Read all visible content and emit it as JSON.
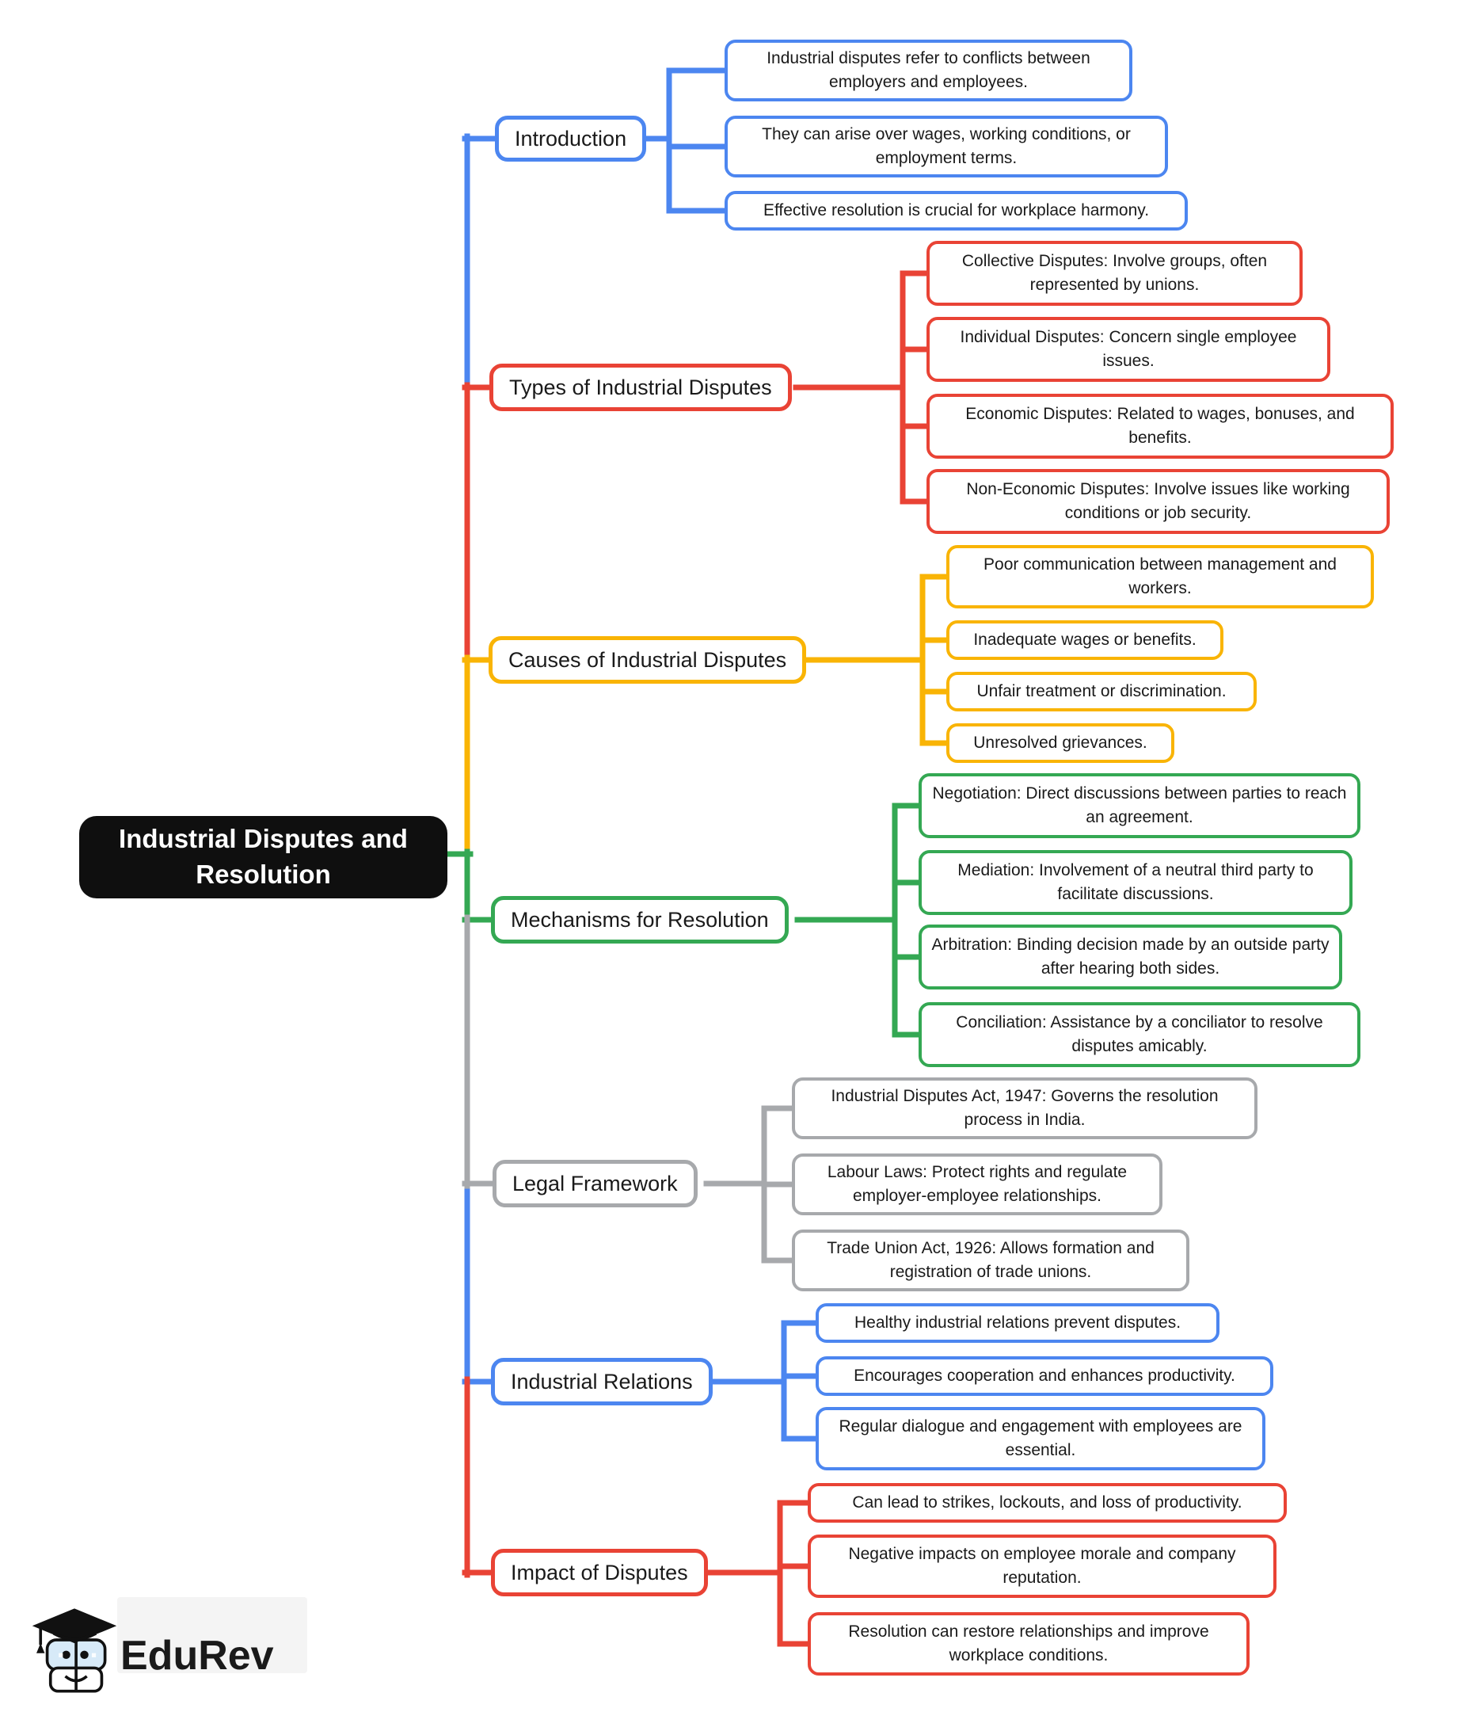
{
  "title": "Industrial Disputes and Resolution",
  "root": {
    "label": "Industrial Disputes and Resolution"
  },
  "palette": {
    "blue": "#4C86F0",
    "red": "#E94335",
    "yellow": "#F9B405",
    "green": "#34A853",
    "gray": "#A7A9AC",
    "root_bg": "#0F0F0F",
    "root_text": "#FFFFFF",
    "node_text": "#1A1A1A"
  },
  "branches": [
    {
      "label": "Introduction",
      "color": "blue",
      "leaves": [
        "Industrial disputes refer to conflicts between employers and employees.",
        "They can arise over wages, working conditions, or employment terms.",
        "Effective resolution is crucial for workplace harmony."
      ]
    },
    {
      "label": "Types of Industrial Disputes",
      "color": "red",
      "leaves": [
        "Collective Disputes: Involve groups, often represented by unions.",
        "Individual Disputes: Concern single employee issues.",
        "Economic Disputes: Related to wages, bonuses, and benefits.",
        "Non-Economic Disputes: Involve issues like working conditions or job security."
      ]
    },
    {
      "label": "Causes of Industrial Disputes",
      "color": "yellow",
      "leaves": [
        "Poor communication between management and workers.",
        "Inadequate wages or benefits.",
        "Unfair treatment or discrimination.",
        "Unresolved grievances."
      ]
    },
    {
      "label": "Mechanisms for Resolution",
      "color": "green",
      "leaves": [
        "Negotiation: Direct discussions between parties to reach an agreement.",
        "Mediation: Involvement of a neutral third party to facilitate discussions.",
        "Arbitration: Binding decision made by an outside party after hearing both sides.",
        "Conciliation: Assistance by a conciliator to resolve disputes amicably."
      ]
    },
    {
      "label": "Legal Framework",
      "color": "gray",
      "leaves": [
        "Industrial Disputes Act, 1947: Governs the resolution process in India.",
        "Labour Laws: Protect rights and regulate employer-employee relationships.",
        "Trade Union Act, 1926: Allows formation and registration of trade unions."
      ]
    },
    {
      "label": "Industrial Relations",
      "color": "blue",
      "leaves": [
        "Healthy industrial relations prevent disputes.",
        "Encourages cooperation and enhances productivity.",
        "Regular dialogue and engagement with employees are essential."
      ]
    },
    {
      "label": "Impact of Disputes",
      "color": "red",
      "leaves": [
        "Can lead to strikes, lockouts, and loss of productivity.",
        "Negative impacts on employee morale and company reputation.",
        "Resolution can restore relationships and improve workplace conditions."
      ]
    }
  ],
  "footer": {
    "brand": "EduRev"
  }
}
